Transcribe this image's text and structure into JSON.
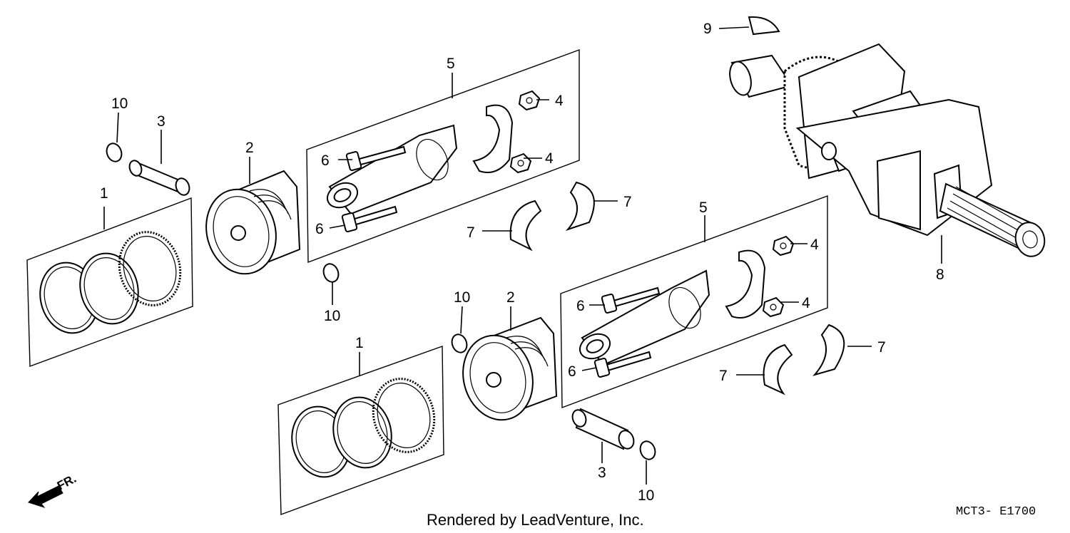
{
  "callouts": {
    "c1a": "1",
    "c1b": "1",
    "c2a": "2",
    "c2b": "2",
    "c3a": "3",
    "c3b": "3",
    "c4a": "4",
    "c4b": "4",
    "c4c": "4",
    "c4d": "4",
    "c5a": "5",
    "c5b": "5",
    "c6a": "6",
    "c6b": "6",
    "c6c": "6",
    "c6d": "6",
    "c7a": "7",
    "c7b": "7",
    "c7c": "7",
    "c7d": "7",
    "c8": "8",
    "c9": "9",
    "c10a": "10",
    "c10b": "10",
    "c10c": "10",
    "c10d": "10"
  },
  "footer": {
    "rendered_by": "Rendered by LeadVenture, Inc.",
    "diagram_code": "MCT3- E1700",
    "front_indicator": "FR."
  }
}
